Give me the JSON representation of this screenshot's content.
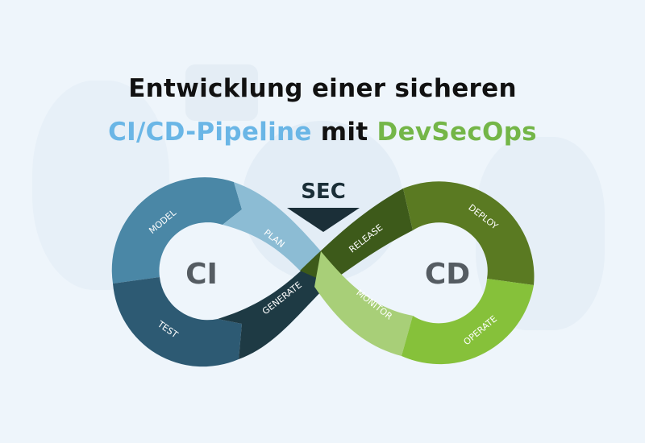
{
  "title": {
    "line1": "Entwicklung einer sicheren",
    "line2_part1": "CI/CD-Pipeline",
    "line2_part2": "mit",
    "line2_part3": "DevSecOps"
  },
  "loop": {
    "sec_label": "SEC",
    "left_center": "CI",
    "right_center": "CD",
    "segments": {
      "model": "MODEL",
      "plan": "PLAN",
      "test": "TEST",
      "generate": "GENERATE",
      "release": "RELEASE",
      "monitor": "MONITOR",
      "deploy": "DEPLOY",
      "operate": "OPERATE"
    }
  },
  "colors": {
    "background": "#eef5fb",
    "title_blue": "#6ab6e6",
    "title_green": "#74b648",
    "model": "#4a87a6",
    "test": "#2d5a73",
    "plan": "#8cbcd4",
    "generate": "#1e3a44",
    "release": "#3d5a1a",
    "monitor": "#a8cf78",
    "deploy": "#5a7a22",
    "operate": "#86c13a",
    "sec_triangle": "#1b2f38"
  }
}
